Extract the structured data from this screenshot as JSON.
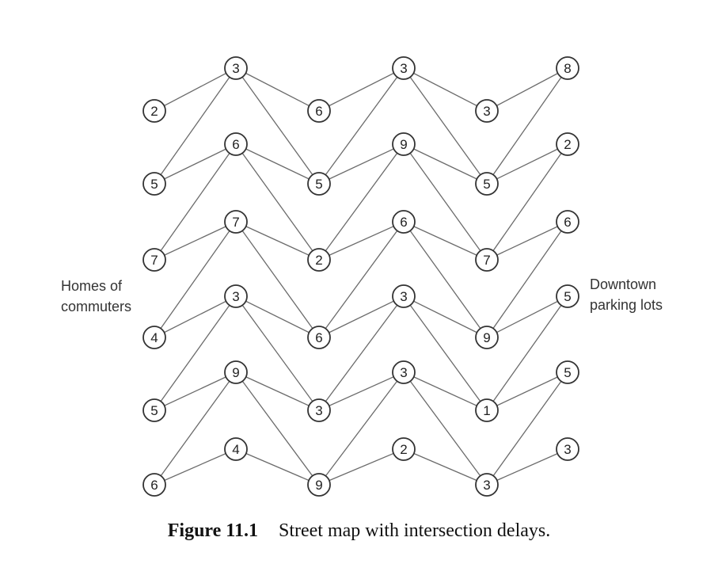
{
  "diagram": {
    "columns": [
      [
        "2",
        "5",
        "7",
        "4",
        "5",
        "6"
      ],
      [
        "3",
        "6",
        "7",
        "3",
        "9",
        "4"
      ],
      [
        "6",
        "5",
        "2",
        "6",
        "3",
        "9"
      ],
      [
        "3",
        "9",
        "6",
        "3",
        "3",
        "2"
      ],
      [
        "3",
        "5",
        "7",
        "9",
        "1",
        "3"
      ],
      [
        "8",
        "2",
        "6",
        "5",
        "5",
        "3"
      ]
    ]
  },
  "labels": {
    "left_line1": "Homes of",
    "left_line2": "commuters",
    "right_line1": "Downtown",
    "right_line2": "parking lots"
  },
  "caption": {
    "number": "Figure 11.1",
    "text": "Street map with intersection delays."
  },
  "colors": {
    "line": "#6b6b6b",
    "node_stroke": "#333333",
    "node_fill": "#ffffff",
    "text": "#222222"
  }
}
